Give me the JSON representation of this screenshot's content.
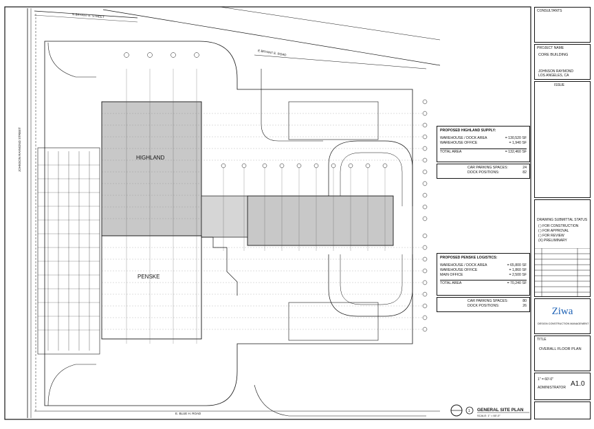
{
  "streets": {
    "north_top": "N BRYANT E. STREET",
    "north_diag": "E BRYANT E. ROAD",
    "west": "JOHNSON RAYMOND STREET",
    "south": "E. BLUE H. ROAD"
  },
  "building": {
    "tenant_north": "HIGHLAND",
    "tenant_south": "PENSKE"
  },
  "summary_north": {
    "heading": "PROPOSED HIGHLAND SUPPLY:",
    "rows": [
      {
        "label": "WAREHOUSE / DOCK AREA",
        "value": "= 130,520 SF"
      },
      {
        "label": "WAREHOUSE OFFICE",
        "value": "= 1,940 SF"
      }
    ],
    "total_label": "TOTAL AREA",
    "total_value": "= 132,460 SF",
    "parking_label": "CAR PARKING SPACES:",
    "parking_value": "24",
    "dock_label": "DOCK POSITIONS:",
    "dock_value": "82"
  },
  "summary_south": {
    "heading": "PROPOSED PENSKE LOGISTICS:",
    "rows": [
      {
        "label": "WAREHOUSE / DOCK AREA",
        "value": "= 65,800 SF"
      },
      {
        "label": "WAREHOUSE OFFICE",
        "value": "= 1,860 SF"
      },
      {
        "label": "MAIN OFFICE",
        "value": "= 2,500 SF"
      }
    ],
    "total_label": "TOTAL AREA",
    "total_value": "= 70,240 SF",
    "parking_label": "CAR PARKING SPACES:",
    "parking_value": "80",
    "dock_label": "DOCK POSITIONS:",
    "dock_value": "26"
  },
  "drawing_title": {
    "number": "1",
    "title": "GENERAL SITE PLAN",
    "scale": "SCALE: 1\" = 60'-0\""
  },
  "title_block": {
    "project_label": "PROJECT NAME",
    "project_name": "CORE BUILDING",
    "address_line1": "JOHNSON RAYMOND",
    "address_line2": "LOS ANGELES, CA",
    "consultants_label": "CONSULTANTS",
    "issue_label": "ISSUE",
    "status_header": "DRAWING SUBMITTAL STATUS",
    "status_items": [
      "( ) FOR CONSTRUCTION",
      "( ) FOR APPROVAL",
      "( ) FOR REVIEW",
      "(X) PRELIMINARY"
    ],
    "firm_name": "Ziwa",
    "firm_sub": "DESIGN CONSTRUCTION MANAGEMENT",
    "sheet_title_label": "TITLE",
    "sheet_title": "OVERALL FLOOR PLAN",
    "sheet_number": "A1.0",
    "scale_value": "1\" = 60'-0\"",
    "checked_by": "ADMINISTRATOR"
  },
  "colors": {
    "building_fill": "#c8c8c8",
    "line": "#111111",
    "paper": "#ffffff",
    "firm_accent": "#1a5fb4"
  }
}
